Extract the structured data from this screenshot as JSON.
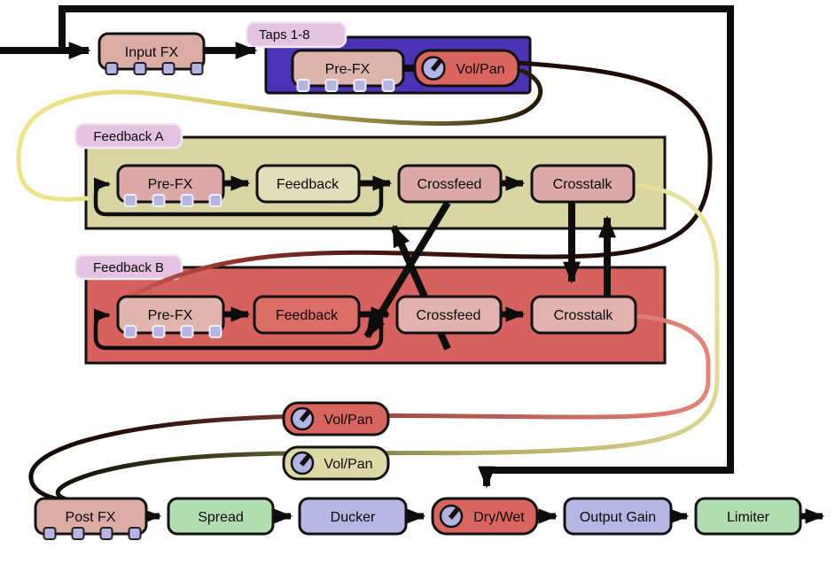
{
  "diagram_type": "audio-plugin-signal-routing",
  "nodes": {
    "input_fx": {
      "label": "Input FX"
    },
    "taps": {
      "tag": "Taps 1-8",
      "pre_fx": "Pre-FX",
      "vol_pan": "Vol/Pan"
    },
    "feedback_a": {
      "tag": "Feedback A",
      "pre_fx": "Pre-FX",
      "feedback": "Feedback",
      "crossfeed": "Crossfeed",
      "crosstalk": "Crosstalk"
    },
    "feedback_b": {
      "tag": "Feedback B",
      "pre_fx": "Pre-FX",
      "feedback": "Feedback",
      "crossfeed": "Crossfeed",
      "crosstalk": "Crosstalk"
    },
    "tap_outputs": {
      "vol_pan_red": "Vol/Pan",
      "vol_pan_yellow": "Vol/Pan"
    },
    "output_chain": {
      "post_fx": "Post FX",
      "spread": "Spread",
      "ducker": "Ducker",
      "dry_wet": "Dry/Wet",
      "output_gain": "Output Gain",
      "limiter": "Limiter"
    }
  },
  "icons": {
    "knob": "rotary-knob",
    "fx_slot": "fx-slot-square"
  },
  "colors": {
    "taps_block": "#4b33b5",
    "section_a_bg": "#d9d5a2",
    "section_b_bg": "#d7615e",
    "pink_module": "#dcaba3",
    "pink_light_module": "#e2b3ae",
    "khaki_module": "#e0ddbb",
    "red_module": "#d8655e",
    "green_module": "#b2ddb0",
    "lavender_module": "#b6b6e2",
    "knob_fill": "#b4b4e4",
    "tag_label": "#e4c2e2",
    "line": "#0d0d0d",
    "curve_yellow": "#ece488",
    "curve_red": "#d4635c"
  },
  "edges": [
    "input -> input_fx",
    "input_fx -> taps",
    "input -> dry_wet (dry bypass, top/right frame)",
    "taps -> feedback_a.pre_fx (yellow curve, left)",
    "taps -> feedback_b.pre_fx (red curve, right)",
    "feedback_a: pre_fx -> feedback -> crossfeed -> crosstalk, loop back to pre_fx",
    "feedback_b: pre_fx -> feedback -> crossfeed -> crosstalk, loop back to pre_fx",
    "crossfeed_a -> feedback_b loop (diagonal)",
    "crossfeed_b -> feedback_a loop (diagonal)",
    "crosstalk_a <-> crosstalk_b (vertical pair)",
    "crosstalk_b -> vol_pan_red -> post_fx",
    "crosstalk_a -> vol_pan_yellow -> post_fx",
    "post_fx -> spread -> ducker -> dry_wet -> output_gain -> limiter -> out"
  ]
}
